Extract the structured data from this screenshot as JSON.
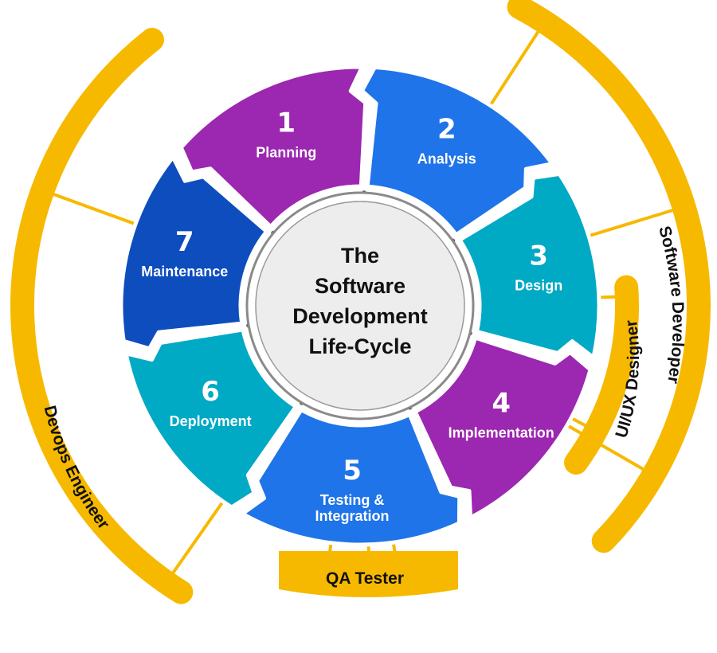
{
  "title_lines": [
    "The",
    "Software",
    "Development",
    "Life-Cycle"
  ],
  "phases": [
    {
      "number": "1",
      "label_lines": [
        "Planning"
      ],
      "color": "#9C27B0"
    },
    {
      "number": "2",
      "label_lines": [
        "Analysis"
      ],
      "color": "#1E74E8"
    },
    {
      "number": "3",
      "label_lines": [
        "Design"
      ],
      "color": "#00A9C4"
    },
    {
      "number": "4",
      "label_lines": [
        "Implementation"
      ],
      "color": "#9C27B0"
    },
    {
      "number": "5",
      "label_lines": [
        "Testing &",
        "Integration"
      ],
      "color": "#1E74E8"
    },
    {
      "number": "6",
      "label_lines": [
        "Deployment"
      ],
      "color": "#00A9C4"
    },
    {
      "number": "7",
      "label_lines": [
        "Maintenance"
      ],
      "color": "#0D4DBE"
    }
  ],
  "roles": {
    "software_developer": "Software Developer",
    "uiux_designer": "UI/UX Designer",
    "qa_tester": "QA Tester",
    "devops_engineer": "Devops Engineer"
  },
  "colors": {
    "role_bar": "#F7B900",
    "center_fill": "#EDEDED",
    "ring": "#8A8A8A"
  }
}
